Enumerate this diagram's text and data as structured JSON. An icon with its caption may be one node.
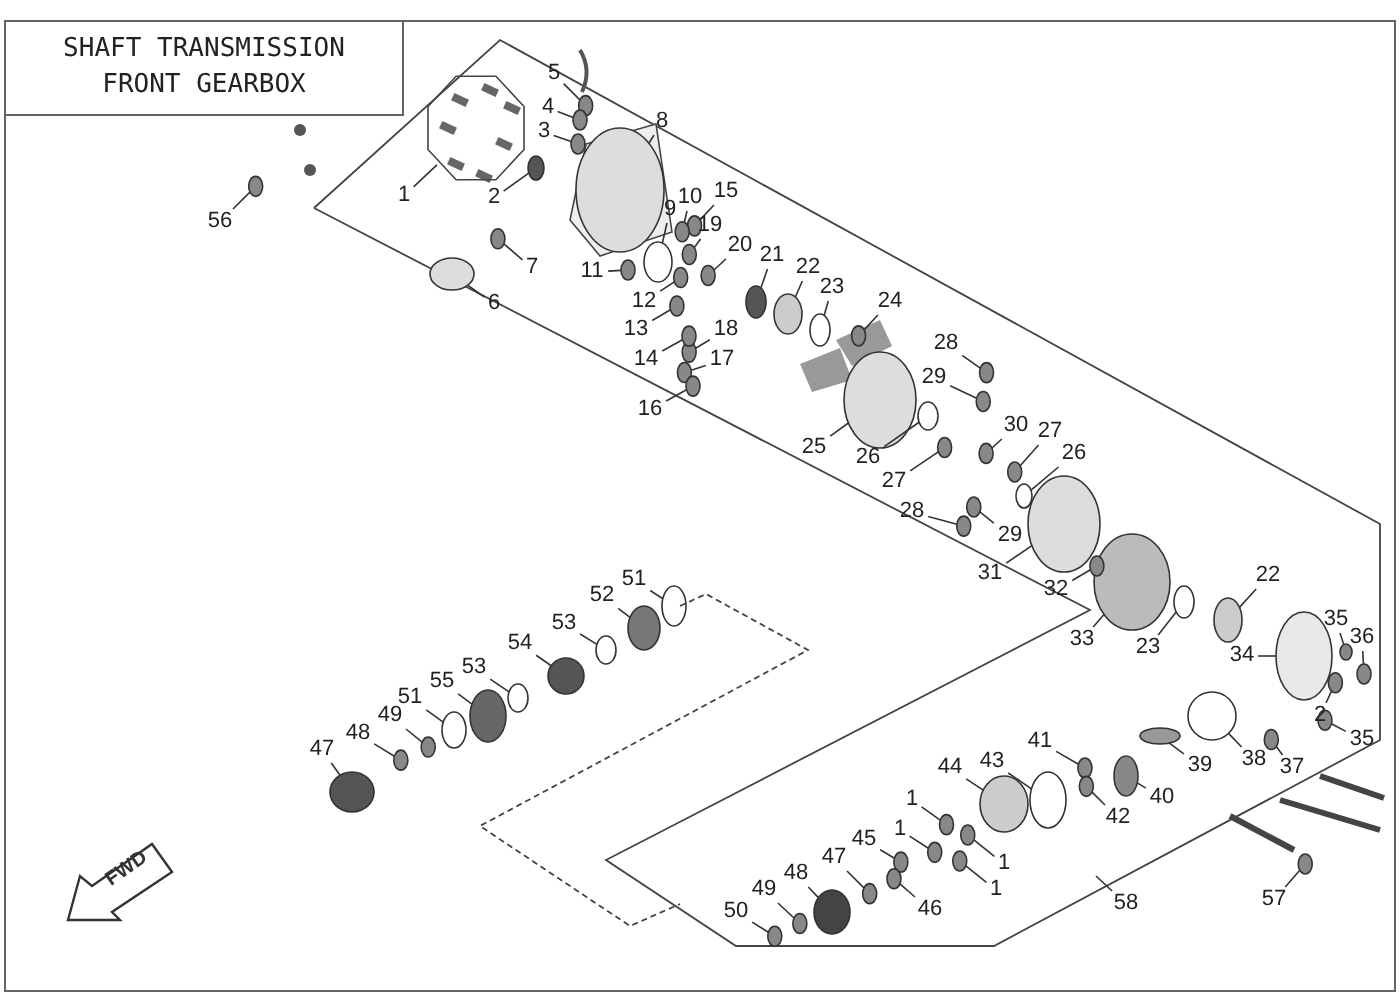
{
  "diagram": {
    "title": "SHAFT TRANSMISSION FRONT GEARBOX",
    "nodes": [
      {
        "text": [
          "5"
        ]
      },
      {
        "text": [
          "8"
        ]
      },
      {
        "text": [
          "4"
        ]
      },
      {
        "text": [
          "3"
        ]
      },
      {
        "text": [
          "1"
        ]
      },
      {
        "text": [
          "2"
        ]
      },
      {
        "text": [
          "15"
        ]
      },
      {
        "text": [
          "10"
        ]
      },
      {
        "text": [
          "9"
        ]
      },
      {
        "text": [
          "56"
        ]
      },
      {
        "text": [
          "19"
        ]
      },
      {
        "text": [
          "20"
        ]
      },
      {
        "text": [
          "21"
        ]
      },
      {
        "text": [
          "7"
        ]
      },
      {
        "text": [
          "11"
        ]
      },
      {
        "text": [
          "22"
        ]
      },
      {
        "text": [
          "23"
        ]
      },
      {
        "text": [
          "12"
        ]
      },
      {
        "text": [
          "24"
        ]
      },
      {
        "text": [
          "6"
        ]
      },
      {
        "text": [
          "13"
        ]
      },
      {
        "text": [
          "18"
        ]
      },
      {
        "text": [
          "28"
        ]
      },
      {
        "text": [
          "14"
        ]
      },
      {
        "text": [
          "17"
        ]
      },
      {
        "text": [
          "29"
        ]
      },
      {
        "text": [
          "16"
        ]
      },
      {
        "text": [
          "30"
        ]
      },
      {
        "text": [
          "27"
        ]
      },
      {
        "text": [
          "25"
        ]
      },
      {
        "text": [
          "26"
        ]
      },
      {
        "text": [
          "26"
        ]
      },
      {
        "text": [
          "27"
        ]
      },
      {
        "text": [
          "28"
        ]
      },
      {
        "text": [
          "29"
        ]
      },
      {
        "text": [
          "31"
        ]
      },
      {
        "text": [
          "22"
        ]
      },
      {
        "text": [
          "51"
        ]
      },
      {
        "text": [
          "32"
        ]
      },
      {
        "text": [
          "52"
        ]
      },
      {
        "text": [
          "53"
        ]
      },
      {
        "text": [
          "35"
        ]
      },
      {
        "text": [
          "36"
        ]
      },
      {
        "text": [
          "33"
        ]
      },
      {
        "text": [
          "23"
        ]
      },
      {
        "text": [
          "54"
        ]
      },
      {
        "text": [
          "34"
        ]
      },
      {
        "text": [
          "53"
        ]
      },
      {
        "text": [
          "55"
        ]
      },
      {
        "text": [
          "51"
        ]
      },
      {
        "text": [
          "2"
        ]
      },
      {
        "text": [
          "49"
        ]
      },
      {
        "text": [
          "48"
        ]
      },
      {
        "text": [
          "35"
        ]
      },
      {
        "text": [
          "41"
        ]
      },
      {
        "text": [
          "47"
        ]
      },
      {
        "text": [
          "38"
        ]
      },
      {
        "text": [
          "43"
        ]
      },
      {
        "text": [
          "39"
        ]
      },
      {
        "text": [
          "37"
        ]
      },
      {
        "text": [
          "44"
        ]
      },
      {
        "text": [
          "40"
        ]
      },
      {
        "text": [
          "1"
        ]
      },
      {
        "text": [
          "42"
        ]
      },
      {
        "text": [
          "1"
        ]
      },
      {
        "text": [
          "45"
        ]
      },
      {
        "text": [
          "47"
        ]
      },
      {
        "text": [
          "1"
        ]
      },
      {
        "text": [
          "48"
        ]
      },
      {
        "text": [
          "49"
        ]
      },
      {
        "text": [
          "1"
        ]
      },
      {
        "text": [
          "57"
        ]
      },
      {
        "text": [
          "58"
        ]
      },
      {
        "text": [
          "46"
        ]
      },
      {
        "text": [
          "50"
        ]
      },
      {
        "text": [],
        "shape": "ellipse"
      },
      {
        "text": [],
        "shape": "ellipse"
      },
      {
        "text": [],
        "shape": "ellipse"
      },
      {
        "text": [],
        "shape": "ellipse"
      },
      {
        "text": [],
        "shape": "octagon"
      },
      {
        "text": [],
        "shape": "ellipse"
      },
      {
        "text": [],
        "shape": "ellipse"
      },
      {
        "text": [],
        "shape": "ellipse"
      },
      {
        "text": [],
        "shape": "ellipse"
      },
      {
        "text": [],
        "shape": "ellipse"
      },
      {
        "text": [],
        "shape": "ellipse"
      },
      {
        "text": [],
        "shape": "ellipse"
      },
      {
        "text": [],
        "shape": "ellipse"
      },
      {
        "text": [],
        "shape": "ellipse"
      },
      {
        "text": [],
        "shape": "ellipse"
      },
      {
        "text": [],
        "shape": "ellipse"
      },
      {
        "text": [],
        "shape": "ellipse"
      },
      {
        "text": [],
        "shape": "ellipse"
      },
      {
        "text": [],
        "shape": "ellipse"
      },
      {
        "text": [],
        "shape": "ellipse"
      },
      {
        "text": [],
        "shape": "ellipse"
      },
      {
        "text": [],
        "shape": "ellipse"
      },
      {
        "text": [],
        "shape": "ellipse"
      },
      {
        "text": [],
        "shape": "ellipse"
      },
      {
        "text": [],
        "shape": "ellipse"
      },
      {
        "text": [],
        "shape": "ellipse"
      },
      {
        "text": [],
        "shape": "ellipse"
      },
      {
        "text": [],
        "shape": "ellipse"
      },
      {
        "text": [],
        "shape": "ellipse"
      },
      {
        "text": [],
        "shape": "ellipse"
      },
      {
        "text": [],
        "shape": "ellipse"
      },
      {
        "text": [],
        "shape": "ellipse"
      },
      {
        "text": [],
        "shape": "ellipse"
      },
      {
        "text": [],
        "shape": "ellipse"
      },
      {
        "text": [],
        "shape": "ellipse"
      },
      {
        "text": [],
        "shape": "ellipse"
      },
      {
        "text": [],
        "shape": "ellipse"
      },
      {
        "text": [],
        "shape": "ellipse"
      },
      {
        "text": [],
        "shape": "ellipse"
      },
      {
        "text": [],
        "shape": "ellipse"
      },
      {
        "text": [],
        "shape": "ellipse"
      },
      {
        "text": [],
        "shape": "ellipse"
      },
      {
        "text": [],
        "shape": "ellipse"
      },
      {
        "text": [],
        "shape": "ellipse"
      },
      {
        "text": [],
        "shape": "ellipse"
      },
      {
        "text": [],
        "shape": "ellipse"
      },
      {
        "text": [],
        "shape": "ellipse"
      },
      {
        "text": [],
        "shape": "ellipse"
      },
      {
        "text": [],
        "shape": "ellipse"
      },
      {
        "text": [],
        "shape": "ellipse"
      },
      {
        "text": [],
        "shape": "ellipse"
      },
      {
        "text": [],
        "shape": "ellipse"
      },
      {
        "text": [],
        "shape": "ellipse"
      },
      {
        "text": [],
        "shape": "ellipse"
      },
      {
        "text": [],
        "shape": "ellipse"
      },
      {
        "text": [],
        "shape": "ellipse"
      },
      {
        "text": [],
        "shape": "ellipse"
      },
      {
        "text": [],
        "shape": "ellipse"
      },
      {
        "text": [],
        "shape": "ellipse"
      },
      {
        "text": [],
        "shape": "ellipse"
      },
      {
        "text": [],
        "shape": "ellipse"
      },
      {
        "text": [],
        "shape": "ellipse"
      },
      {
        "text": [],
        "shape": "ellipse"
      },
      {
        "text": [],
        "shape": "ellipse"
      },
      {
        "text": [],
        "shape": "ellipse"
      },
      {
        "text": [],
        "shape": "ellipse"
      },
      {
        "text": [],
        "shape": "ellipse"
      },
      {
        "text": [],
        "shape": "ellipse"
      },
      {
        "text": [],
        "shape": "ellipse"
      },
      {
        "text": [],
        "shape": "ellipse"
      },
      {
        "text": [],
        "shape": "ellipse"
      },
      {
        "text": [],
        "shape": "ellipse"
      },
      {
        "text": [],
        "shape": "ellipse"
      },
      {
        "text": [],
        "shape": "ellipse"
      }
    ],
    "edges": [
      {
        "from": 0,
        "to": 75,
        "arrow": "none"
      },
      {
        "from": 1,
        "to": 76,
        "arrow": "none"
      },
      {
        "from": 2,
        "to": 77,
        "arrow": "none"
      },
      {
        "from": 3,
        "to": 78,
        "arrow": "none"
      },
      {
        "from": 4,
        "to": 79,
        "arrow": "none"
      },
      {
        "from": 5,
        "to": 80,
        "arrow": "none"
      },
      {
        "from": 6,
        "to": 81,
        "arrow": "none"
      },
      {
        "from": 7,
        "to": 82,
        "arrow": "none"
      },
      {
        "from": 8,
        "to": 83,
        "arrow": "none"
      },
      {
        "from": 9,
        "to": 84,
        "arrow": "none"
      },
      {
        "from": 10,
        "to": 85,
        "arrow": "none"
      },
      {
        "from": 11,
        "to": 86,
        "arrow": "none"
      },
      {
        "from": 12,
        "to": 87,
        "arrow": "none"
      },
      {
        "from": 13,
        "to": 88,
        "arrow": "none"
      },
      {
        "from": 14,
        "to": 89,
        "arrow": "none"
      },
      {
        "from": 15,
        "to": 90,
        "arrow": "none"
      },
      {
        "from": 16,
        "to": 91,
        "arrow": "none"
      },
      {
        "from": 17,
        "to": 92,
        "arrow": "none"
      },
      {
        "from": 18,
        "to": 93,
        "arrow": "none"
      },
      {
        "from": 19,
        "to": 94,
        "arrow": "none"
      },
      {
        "from": 20,
        "to": 95,
        "arrow": "none"
      },
      {
        "from": 21,
        "to": 96,
        "arrow": "none"
      },
      {
        "from": 22,
        "to": 97,
        "arrow": "none"
      },
      {
        "from": 23,
        "to": 98,
        "arrow": "none"
      },
      {
        "from": 24,
        "to": 99,
        "arrow": "none"
      },
      {
        "from": 25,
        "to": 100,
        "arrow": "none"
      },
      {
        "from": 26,
        "to": 101,
        "arrow": "none"
      },
      {
        "from": 27,
        "to": 102,
        "arrow": "none"
      },
      {
        "from": 28,
        "to": 103,
        "arrow": "none"
      },
      {
        "from": 29,
        "to": 104,
        "arrow": "none"
      },
      {
        "from": 30,
        "to": 105,
        "arrow": "none"
      },
      {
        "from": 31,
        "to": 106,
        "arrow": "none"
      },
      {
        "from": 32,
        "to": 107,
        "arrow": "none"
      },
      {
        "from": 33,
        "to": 108,
        "arrow": "none"
      },
      {
        "from": 34,
        "to": 109,
        "arrow": "none"
      },
      {
        "from": 35,
        "to": 110,
        "arrow": "none"
      },
      {
        "from": 36,
        "to": 111,
        "arrow": "none"
      },
      {
        "from": 37,
        "to": 112,
        "arrow": "none"
      },
      {
        "from": 38,
        "to": 113,
        "arrow": "none"
      },
      {
        "from": 39,
        "to": 114,
        "arrow": "none"
      },
      {
        "from": 40,
        "to": 115,
        "arrow": "none"
      },
      {
        "from": 41,
        "to": 116,
        "arrow": "none"
      },
      {
        "from": 42,
        "to": 117,
        "arrow": "none"
      },
      {
        "from": 43,
        "to": 118,
        "arrow": "none"
      },
      {
        "from": 44,
        "to": 119,
        "arrow": "none"
      },
      {
        "from": 45,
        "to": 120,
        "arrow": "none"
      },
      {
        "from": 46,
        "to": 121,
        "arrow": "none"
      },
      {
        "from": 47,
        "to": 122,
        "arrow": "none"
      },
      {
        "from": 48,
        "to": 123,
        "arrow": "none"
      },
      {
        "from": 49,
        "to": 124,
        "arrow": "none"
      },
      {
        "from": 50,
        "to": 125,
        "arrow": "none"
      },
      {
        "from": 51,
        "to": 126,
        "arrow": "none"
      },
      {
        "from": 52,
        "to": 127,
        "arrow": "none"
      },
      {
        "from": 53,
        "to": 128,
        "arrow": "none"
      },
      {
        "from": 54,
        "to": 129,
        "arrow": "none"
      },
      {
        "from": 55,
        "to": 130,
        "arrow": "none"
      },
      {
        "from": 56,
        "to": 131,
        "arrow": "none"
      },
      {
        "from": 57,
        "to": 132,
        "arrow": "none"
      },
      {
        "from": 58,
        "to": 133,
        "arrow": "none"
      },
      {
        "from": 59,
        "to": 134,
        "arrow": "none"
      },
      {
        "from": 60,
        "to": 135,
        "arrow": "none"
      },
      {
        "from": 61,
        "to": 136,
        "arrow": "none"
      },
      {
        "from": 62,
        "to": 137,
        "arrow": "none"
      },
      {
        "from": 63,
        "to": 138,
        "arrow": "none"
      },
      {
        "from": 64,
        "to": 139,
        "arrow": "none"
      },
      {
        "from": 65,
        "to": 140,
        "arrow": "none"
      },
      {
        "from": 66,
        "to": 141,
        "arrow": "none"
      },
      {
        "from": 67,
        "to": 142,
        "arrow": "none"
      },
      {
        "from": 68,
        "to": 143,
        "arrow": "none"
      },
      {
        "from": 69,
        "to": 144,
        "arrow": "none"
      },
      {
        "from": 70,
        "to": 145,
        "arrow": "none"
      },
      {
        "from": 71,
        "to": 146,
        "arrow": "none"
      },
      {
        "from": 72,
        "to": null,
        "arrow": "none"
      },
      {
        "from": 73,
        "to": 147,
        "arrow": "none"
      },
      {
        "from": 74,
        "to": 148,
        "arrow": "none"
      }
    ],
    "labels": [
      "FWD"
    ]
  }
}
